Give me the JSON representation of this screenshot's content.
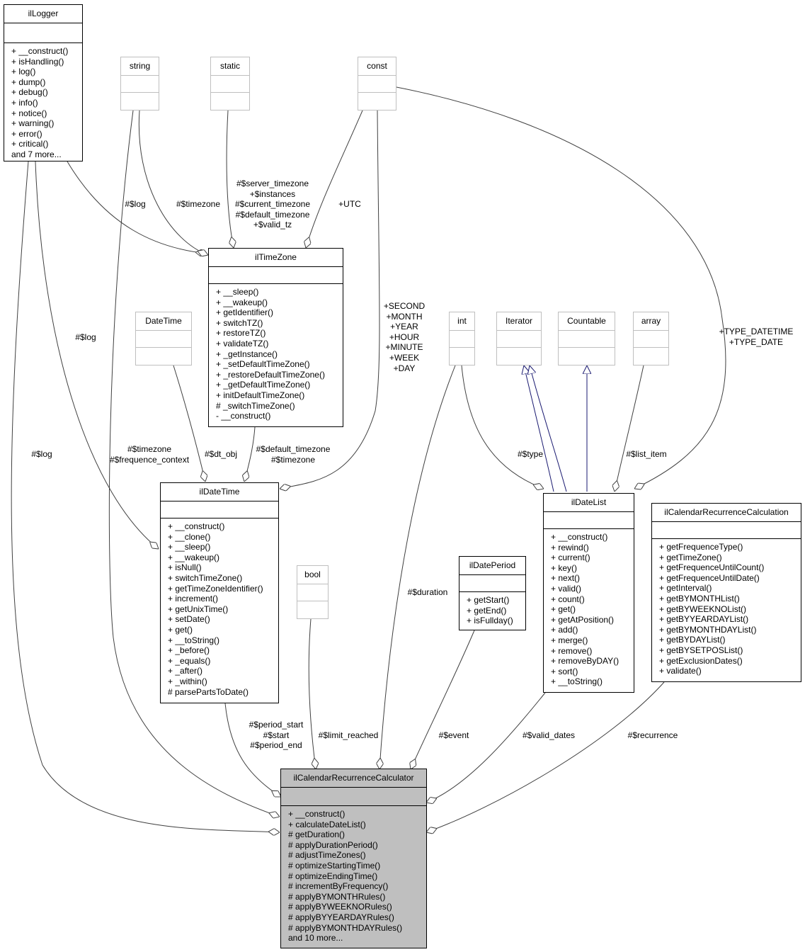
{
  "classes": {
    "illogger": {
      "name": "ilLogger",
      "methods": [
        "+ __construct()",
        "+ isHandling()",
        "+ log()",
        "+ dump()",
        "+ debug()",
        "+ info()",
        "+ notice()",
        "+ warning()",
        "+ error()",
        "+ critical()",
        "and 7 more..."
      ]
    },
    "string": {
      "name": "string",
      "methods": []
    },
    "static": {
      "name": "static",
      "methods": []
    },
    "const": {
      "name": "const",
      "methods": []
    },
    "iltimezone": {
      "name": "ilTimeZone",
      "methods": [
        "+ __sleep()",
        "+ __wakeup()",
        "+ getIdentifier()",
        "+ switchTZ()",
        "+ restoreTZ()",
        "+ validateTZ()",
        "+ _getInstance()",
        "+ _setDefaultTimeZone()",
        "+ _restoreDefaultTimeZone()",
        "+ _getDefaultTimeZone()",
        "+ initDefaultTimeZone()",
        "# _switchTimeZone()",
        "- __construct()"
      ]
    },
    "datetime": {
      "name": "DateTime",
      "methods": []
    },
    "int": {
      "name": "int",
      "methods": []
    },
    "iterator": {
      "name": "Iterator",
      "methods": []
    },
    "countable": {
      "name": "Countable",
      "methods": []
    },
    "array": {
      "name": "array",
      "methods": []
    },
    "ildatetime": {
      "name": "ilDateTime",
      "methods": [
        "+ __construct()",
        "+ __clone()",
        "+ __sleep()",
        "+ __wakeup()",
        "+ isNull()",
        "+ switchTimeZone()",
        "+ getTimeZoneIdentifier()",
        "+ increment()",
        "+ getUnixTime()",
        "+ setDate()",
        "+ get()",
        "+ __toString()",
        "+ _before()",
        "+ _equals()",
        "+ _after()",
        "+ _within()",
        "# parsePartsToDate()"
      ]
    },
    "bool": {
      "name": "bool",
      "methods": []
    },
    "ildateperiod": {
      "name": "ilDatePeriod",
      "methods": [
        "+ getStart()",
        "+ getEnd()",
        "+ isFullday()"
      ]
    },
    "ildatelist": {
      "name": "ilDateList",
      "methods": [
        "+ __construct()",
        "+ rewind()",
        "+ current()",
        "+ key()",
        "+ next()",
        "+ valid()",
        "+ count()",
        "+ get()",
        "+ getAtPosition()",
        "+ add()",
        "+ merge()",
        "+ remove()",
        "+ removeByDAY()",
        "+ sort()",
        "+ __toString()"
      ]
    },
    "ilcalendarrecurrencecalculation": {
      "name": "ilCalendarRecurrenceCalculation",
      "methods": [
        "+ getFrequenceType()",
        "+ getTimeZone()",
        "+ getFrequenceUntilCount()",
        "+ getFrequenceUntilDate()",
        "+ getInterval()",
        "+ getBYMONTHList()",
        "+ getBYWEEKNOList()",
        "+ getBYYEARDAYList()",
        "+ getBYMONTHDAYList()",
        "+ getBYDAYList()",
        "+ getBYSETPOSList()",
        "+ getExclusionDates()",
        "+ validate()"
      ]
    },
    "ilcalendarrecurrencecalculator": {
      "name": "ilCalendarRecurrenceCalculator",
      "methods": [
        "+ __construct()",
        "+ calculateDateList()",
        "# getDuration()",
        "# applyDurationPeriod()",
        "# adjustTimeZones()",
        "# optimizeStartingTime()",
        "# optimizeEndingTime()",
        "# incrementByFrequency()",
        "# applyBYMONTHRules()",
        "# applyBYWEEKNORules()",
        "# applyBYYEARDAYRules()",
        "# applyBYMONTHDAYRules()",
        "and 10 more..."
      ]
    }
  },
  "edge_labels": {
    "log_tz": [
      "#$log"
    ],
    "timezone_tz": [
      "#$timezone"
    ],
    "tz_statics": [
      "#$server_timezone",
      "+$instances",
      "#$current_timezone",
      "#$default_timezone",
      "+$valid_tz"
    ],
    "utc": [
      "+UTC"
    ],
    "log_dt": [
      "#$log"
    ],
    "timeconsts": [
      "+SECOND",
      "+MONTH",
      "+YEAR",
      "+HOUR",
      "+MINUTE",
      "+WEEK",
      "+DAY"
    ],
    "type_consts": [
      "+TYPE_DATETIME",
      "+TYPE_DATE"
    ],
    "log_calc": [
      "#$log"
    ],
    "tz_freq": [
      "#$timezone",
      "#$frequence_context"
    ],
    "dt_obj": [
      "#$dt_obj"
    ],
    "def_tz": [
      "#$default_timezone",
      "#$timezone"
    ],
    "type": [
      "#$type"
    ],
    "list_item": [
      "#$list_item"
    ],
    "duration": [
      "#$duration"
    ],
    "periods": [
      "#$period_start",
      "#$start",
      "#$period_end"
    ],
    "limit": [
      "#$limit_reached"
    ],
    "event": [
      "#$event"
    ],
    "valid_dates": [
      "#$valid_dates"
    ],
    "recurrence": [
      "#$recurrence"
    ]
  },
  "colors": {
    "association": "#404040",
    "inheritance": "#191970",
    "highlight": "#bfbfbf",
    "external_border": "#bfbfbf"
  }
}
